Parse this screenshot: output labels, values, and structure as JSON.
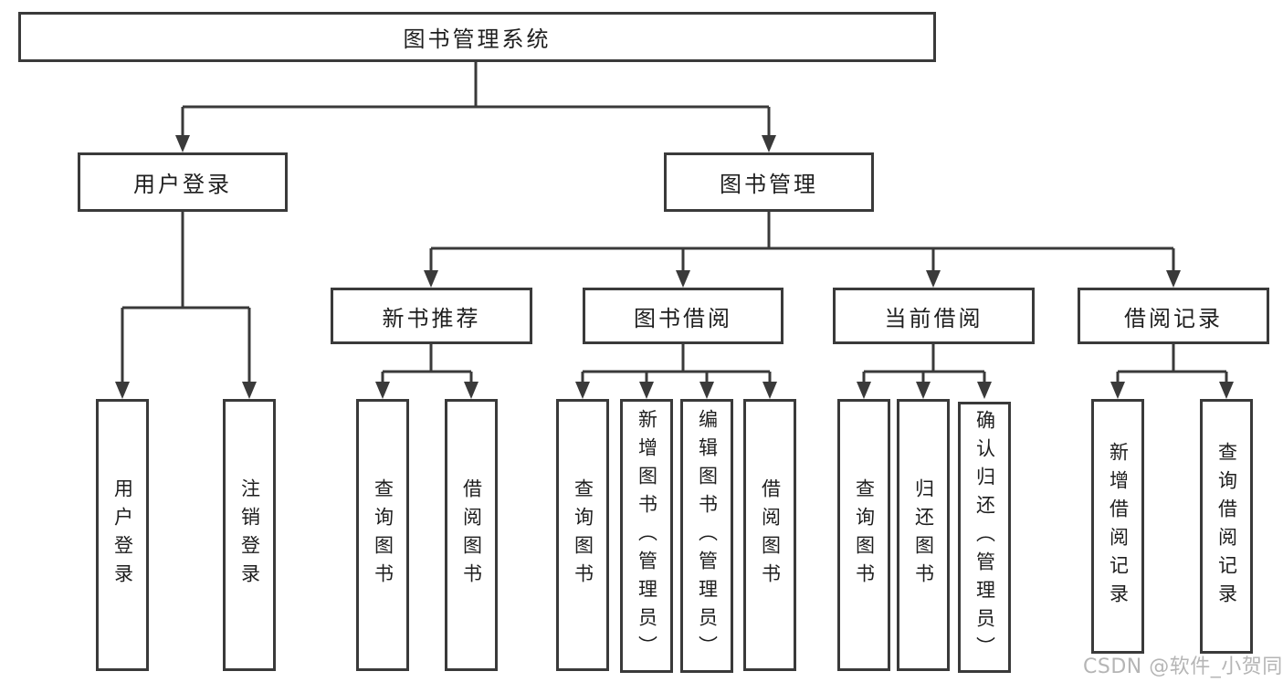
{
  "tree": {
    "root": {
      "label": "图书管理系统",
      "children": [
        {
          "label": "用户登录",
          "children": [
            {
              "label": "用户登录"
            },
            {
              "label": "注销登录"
            }
          ]
        },
        {
          "label": "图书管理",
          "children": [
            {
              "label": "新书推荐",
              "children": [
                {
                  "label": "查询图书"
                },
                {
                  "label": "借阅图书"
                }
              ]
            },
            {
              "label": "图书借阅",
              "children": [
                {
                  "label": "查询图书"
                },
                {
                  "label": "新增图书（管理员）"
                },
                {
                  "label": "编辑图书（管理员）"
                },
                {
                  "label": "借阅图书"
                }
              ]
            },
            {
              "label": "当前借阅",
              "children": [
                {
                  "label": "查询图书"
                },
                {
                  "label": "归还图书"
                },
                {
                  "label": "确认归还（管理员）"
                }
              ]
            },
            {
              "label": "借阅记录",
              "children": [
                {
                  "label": "新增借阅记录"
                },
                {
                  "label": "查询借阅记录"
                }
              ]
            }
          ]
        }
      ]
    }
  },
  "watermark": {
    "text": "CSDN @软件_小贺同学"
  },
  "colors": {
    "line": "#3a3a3a",
    "text": "#1e1e1e",
    "box_background": "#ffffff",
    "page_background": "#ffffff",
    "watermark": "#b5b5b5"
  }
}
